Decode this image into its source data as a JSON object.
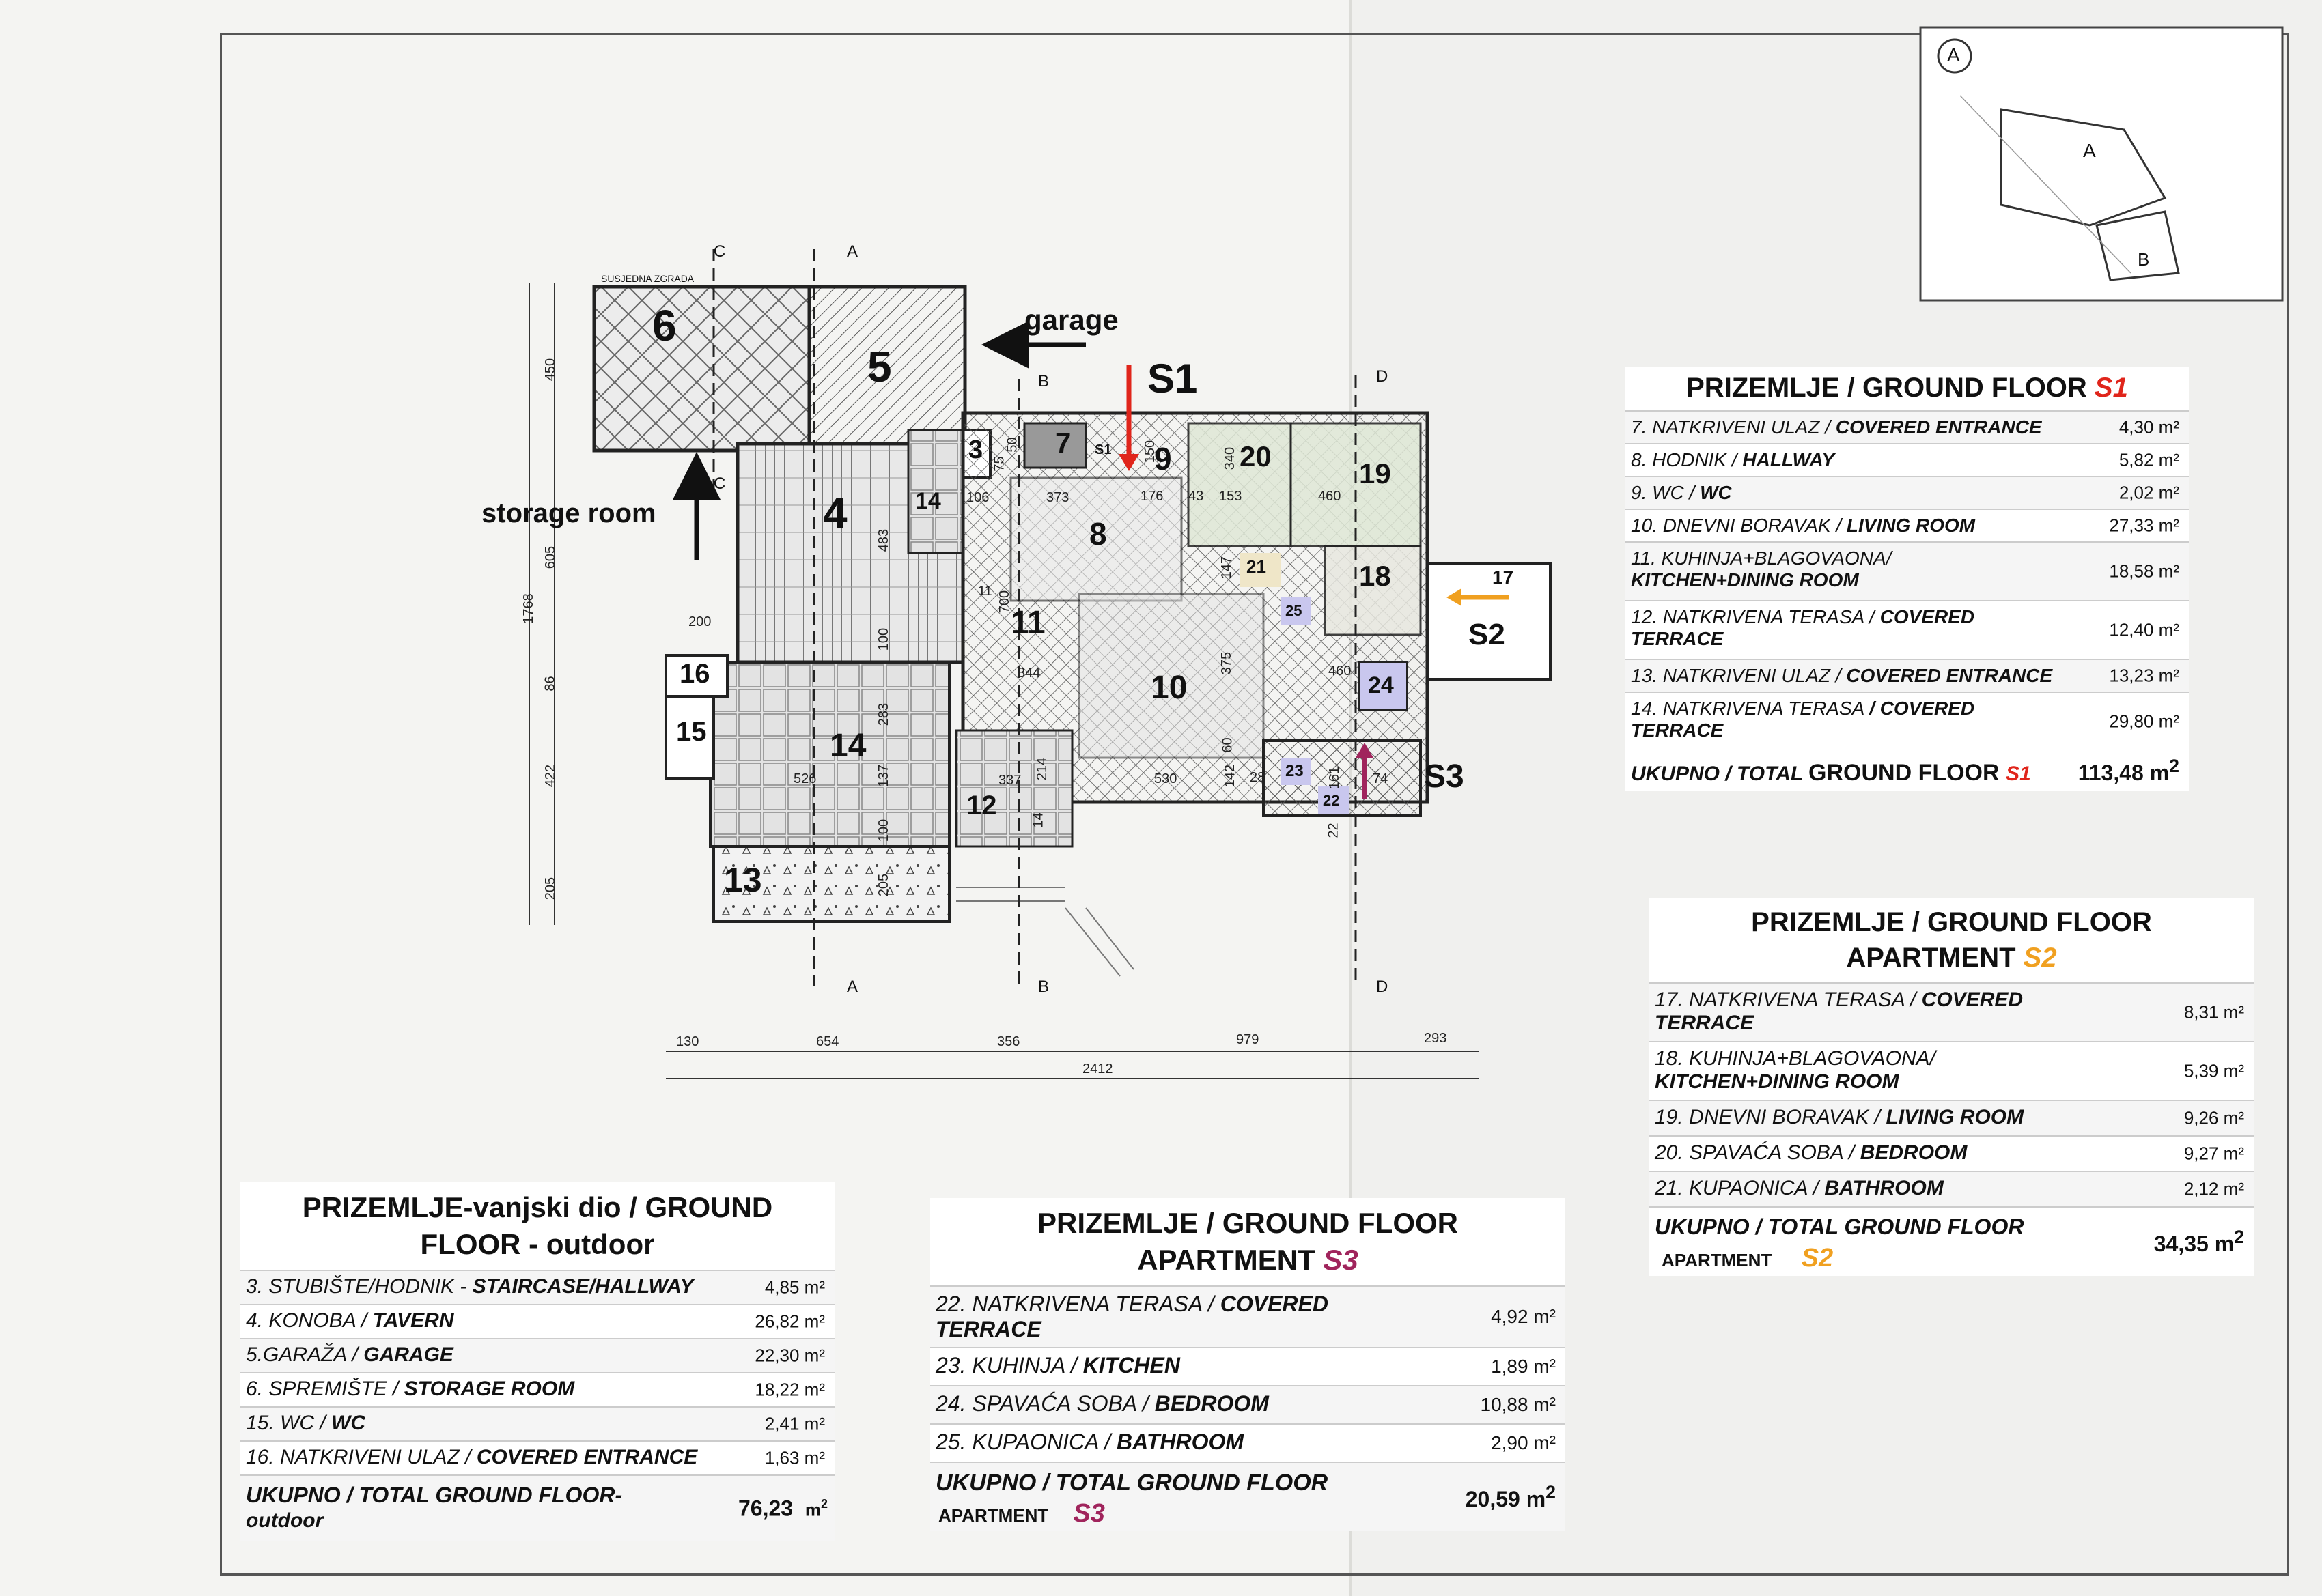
{
  "colors": {
    "s1": "#e0251b",
    "s2": "#f0a020",
    "s3": "#a0245c",
    "arrow_s3": "#a0245c"
  },
  "plan": {
    "room_labels": {
      "r3": "3",
      "r4": "4",
      "r5": "5",
      "r6": "6",
      "r7": "7",
      "r8": "8",
      "r9": "9",
      "r10": "10",
      "r11": "11",
      "r12": "12",
      "r13": "13",
      "r14a": "14",
      "r14b": "14",
      "r15": "15",
      "r16": "16",
      "r17": "17",
      "r18": "18",
      "r19": "19",
      "r20": "20",
      "r21": "21",
      "r22": "22",
      "r23": "23",
      "r24": "24",
      "r25": "25"
    },
    "apartment_labels": {
      "s1": "S1",
      "s2": "S2",
      "s3": "S3"
    },
    "annotations": {
      "garage": "garage",
      "storage_room": "storage room"
    },
    "section_markers": {
      "a": "A",
      "b": "B",
      "c": "C",
      "d": "D"
    },
    "neighbour_note": "SUSJEDNA ZGRADA",
    "s1_box": "S1",
    "dimensions": {
      "d450": "450",
      "d605": "605",
      "d1768": "1768",
      "d86": "86",
      "d422": "422",
      "d205": "205",
      "d200": "200",
      "d130": "130",
      "d654": "654",
      "d356": "356",
      "d979": "979",
      "d293": "293",
      "d2412": "2412",
      "d483": "483",
      "d100a": "100",
      "d283": "283",
      "d137": "137",
      "d526": "526",
      "d100b": "100",
      "d205b": "205",
      "d106": "106",
      "d373": "373",
      "d176": "176",
      "d43": "43",
      "d153": "153",
      "d340": "340",
      "d460a": "460",
      "d150": "150",
      "d75": "75",
      "d50": "50",
      "d11": "11",
      "d700": "700",
      "d344": "344",
      "d147": "147",
      "d375": "375",
      "d460b": "460",
      "d337": "337",
      "d214": "214",
      "d530": "530",
      "d60": "60",
      "d142": "142",
      "d28": "28",
      "d161": "161",
      "d74": "74",
      "d22": "22",
      "d14": "14"
    }
  },
  "site_plan": {
    "circle_label": "A",
    "building_a": "A",
    "building_b": "B"
  },
  "table_s1": {
    "title_prefix": "PRIZEMLJE / GROUND FLOOR ",
    "title_apt": "S1",
    "rows": [
      {
        "hr": "7. NATKRIVENI ULAZ / ",
        "en": "COVERED ENTRANCE",
        "area": "4,30 m²"
      },
      {
        "hr": "8. HODNIK / ",
        "en": "HALLWAY",
        "area": "5,82 m²"
      },
      {
        "hr": "9. WC / ",
        "en": "WC",
        "area": "2,02 m²"
      },
      {
        "hr": "10. DNEVNI BORAVAK / ",
        "en": "LIVING ROOM",
        "area": "27,33 m²"
      },
      {
        "hr": "11. KUHINJA+BLAGOVAONA/",
        "en": "KITCHEN+DINING ROOM",
        "area": "18,58 m²"
      },
      {
        "hr": "12. NATKRIVENA TERASA / ",
        "en": "COVERED TERRACE",
        "area": "12,40 m²"
      },
      {
        "hr": "13. NATKRIVENI ULAZ / ",
        "en": "COVERED ENTRANCE",
        "area": "13,23 m²"
      },
      {
        "hr": "14. NATKRIVENA TERASA ",
        "en": "/ COVERED TERRACE",
        "area": "29,80 m²"
      }
    ],
    "total_prefix": "UKUPNO / TOTAL ",
    "total_main": "GROUND FLOOR ",
    "total_apt": "S1",
    "total_area": "113,48 m",
    "sup": "2"
  },
  "table_s2": {
    "title_line1": "PRIZEMLJE / GROUND FLOOR",
    "title_line2": "APARTMENT ",
    "title_apt": "S2",
    "rows": [
      {
        "hr": "17. NATKRIVENA TERASA / ",
        "en": "COVERED TERRACE",
        "area": "8,31 m²"
      },
      {
        "hr": "18. KUHINJA+BLAGOVAONA/",
        "en": "KITCHEN+DINING ROOM",
        "area": "5,39 m²"
      },
      {
        "hr": "19. DNEVNI BORAVAK / ",
        "en": "LIVING ROOM",
        "area": "9,26 m²"
      },
      {
        "hr": "20. SPAVAĆA SOBA / ",
        "en": "BEDROOM",
        "area": "9,27 m²"
      },
      {
        "hr": "21. KUPAONICA / ",
        "en": "BATHROOM",
        "area": "2,12 m²"
      }
    ],
    "total_label": "UKUPNO / TOTAL GROUND FLOOR",
    "total_sub": "APARTMENT",
    "total_apt": "S2",
    "total_area": "34,35 m",
    "sup": "2"
  },
  "table_s3": {
    "title_line1": "PRIZEMLJE / GROUND FLOOR",
    "title_line2": "APARTMENT ",
    "title_apt": "S3",
    "rows": [
      {
        "hr": "22. NATKRIVENA TERASA / ",
        "en": "COVERED TERRACE",
        "area": "4,92 m²"
      },
      {
        "hr": "23. KUHINJA / ",
        "en": "KITCHEN",
        "area": "1,89 m²"
      },
      {
        "hr": "24. SPAVAĆA SOBA / ",
        "en": "BEDROOM",
        "area": "10,88 m²"
      },
      {
        "hr": "25. KUPAONICA / ",
        "en": "BATHROOM",
        "area": "2,90 m²"
      }
    ],
    "total_label": "UKUPNO / TOTAL GROUND FLOOR",
    "total_sub": "APARTMENT",
    "total_apt": "S3",
    "total_area": "20,59 m",
    "sup": "2"
  },
  "table_out": {
    "title_line1": "PRIZEMLJE-vanjski dio  / GROUND",
    "title_line2": "FLOOR - outdoor",
    "rows": [
      {
        "hr": "3. STUBIŠTE/HODNIK - ",
        "en": "STAIRCASE/HALLWAY",
        "area": "4,85 m²"
      },
      {
        "hr": "4. KONOBA / ",
        "en": "TAVERN",
        "area": "26,82 m²"
      },
      {
        "hr": "5.GARAŽA / ",
        "en": "GARAGE",
        "area": "22,30 m²"
      },
      {
        "hr": "6. SPREMIŠTE / ",
        "en": "STORAGE ROOM",
        "area": "18,22 m²"
      },
      {
        "hr": "15. WC / ",
        "en": "WC",
        "area": "2,41 m²"
      },
      {
        "hr": "16. NATKRIVENI ULAZ / ",
        "en": "COVERED ENTRANCE",
        "area": "1,63 m²"
      }
    ],
    "total_label": "UKUPNO / TOTAL GROUND FLOOR-",
    "total_label2": "outdoor",
    "total_area": "76,23",
    "total_unit": "m",
    "sup": "2"
  }
}
